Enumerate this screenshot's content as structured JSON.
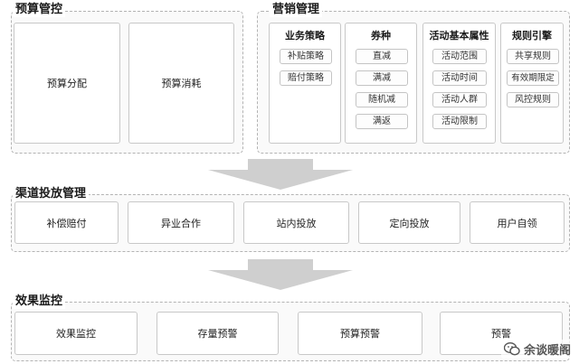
{
  "budget": {
    "title": "预算管控",
    "items": [
      "预算分配",
      "预算消耗"
    ]
  },
  "marketing": {
    "title": "营销管理",
    "columns": [
      {
        "title": "业务策略",
        "chips": [
          "补贴策略",
          "赔付策略"
        ]
      },
      {
        "title": "券种",
        "chips": [
          "直减",
          "满减",
          "随机减",
          "满返"
        ]
      },
      {
        "title": "活动基本属性",
        "chips": [
          "活动范围",
          "活动时间",
          "活动人群",
          "活动限制"
        ]
      },
      {
        "title": "规则引擎",
        "chips": [
          "共享规则",
          "有效期限定",
          "风控规则"
        ]
      }
    ]
  },
  "channel": {
    "title": "渠道投放管理",
    "items": [
      "补偿赔付",
      "异业合作",
      "站内投放",
      "定向投放",
      "用户自领"
    ]
  },
  "monitor": {
    "title": "效果监控",
    "items": [
      "效果监控",
      "存量预警",
      "预算预警",
      "预警"
    ]
  },
  "watermark": {
    "text": "余谈暖阁",
    "icon": "wechat-icon"
  },
  "colors": {
    "arrow": "#cfcfcf",
    "border": "#b3b3b3"
  }
}
